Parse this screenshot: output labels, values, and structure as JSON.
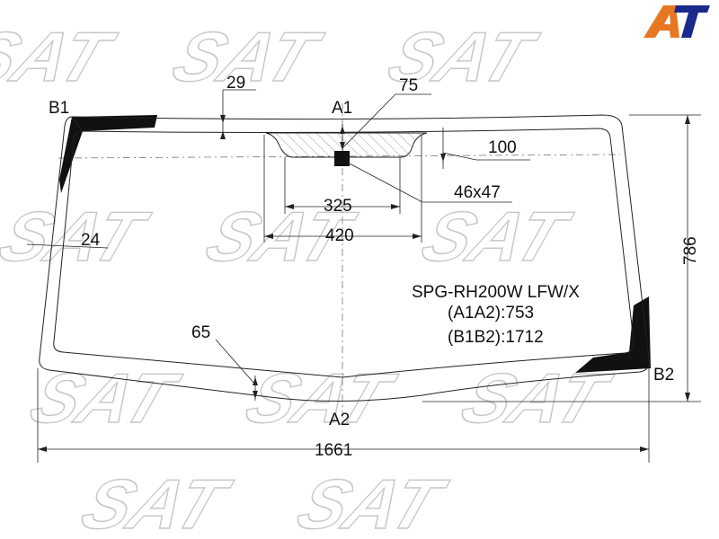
{
  "diagram": {
    "part_code": "SPG-RH200W LFW/X",
    "a1a2": "(A1A2):753",
    "b1b2": "(B1B2):1712",
    "labels": {
      "a1": "A1",
      "a2": "A2",
      "b1": "B1",
      "b2": "B2"
    },
    "dimensions": {
      "top_band": "29",
      "sensor_offset": "75",
      "edge_offset": "100",
      "sensor_size": "46x47",
      "inner_width": "325",
      "outer_width": "420",
      "side_band": "24",
      "bottom_band": "65",
      "height": "786",
      "total_width": "1661"
    },
    "watermark": "SAT",
    "logo": {
      "text": "AT",
      "color_a": "#e87722",
      "color_t": "#1a2a8c"
    }
  }
}
